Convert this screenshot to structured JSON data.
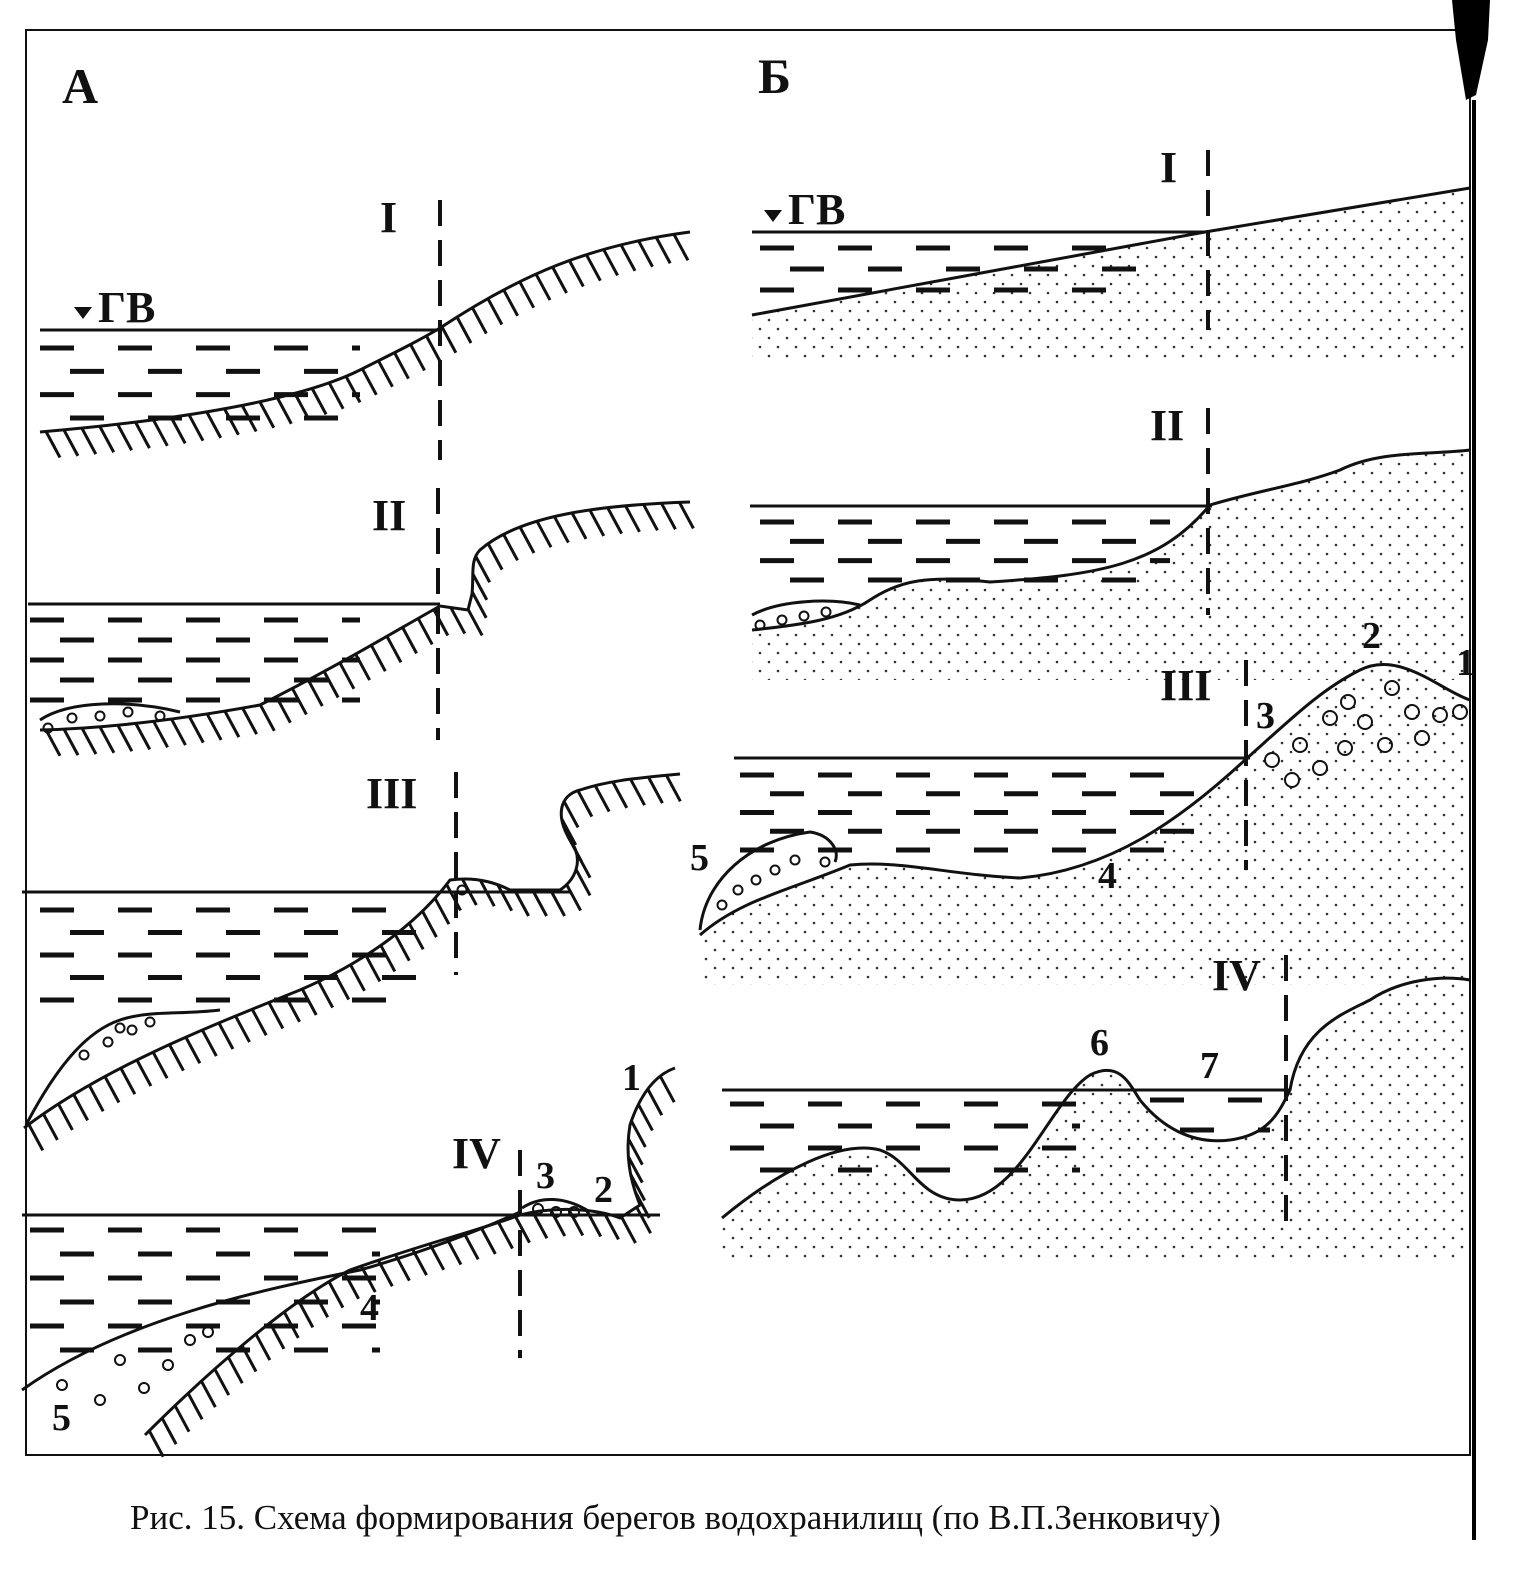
{
  "panels": {
    "a": {
      "label": "А"
    },
    "b": {
      "label": "Б"
    }
  },
  "water_level_label": "ГВ",
  "stages": [
    "I",
    "II",
    "III",
    "IV"
  ],
  "markers": {
    "a": {
      "m1": "1",
      "m2": "2",
      "m3": "3",
      "m4": "4",
      "m5": "5"
    },
    "b": {
      "m1": "1",
      "m2": "2",
      "m3": "3",
      "m4": "4",
      "m5": "5",
      "m6": "6",
      "m7": "7"
    }
  },
  "caption": "Рис. 15. Схема формирования берегов водохранилищ (по В.П.Зенковичу)",
  "colors": {
    "ink": "#111111",
    "paper": "#ffffff"
  }
}
